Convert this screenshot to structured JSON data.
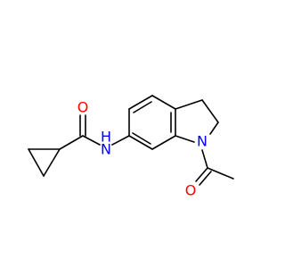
{
  "molecule": {
    "atoms": {
      "oxygen_amide": {
        "label": "O",
        "color": "#ff0000"
      },
      "nitrogen_amide": {
        "label": "H\nN",
        "line1": "H",
        "line2": "N",
        "color": "#0000ff"
      },
      "nitrogen_ring": {
        "label": "N",
        "color": "#0000ff"
      },
      "oxygen_acetyl": {
        "label": "O",
        "color": "#ff0000"
      }
    },
    "bond_color": "#000000"
  }
}
